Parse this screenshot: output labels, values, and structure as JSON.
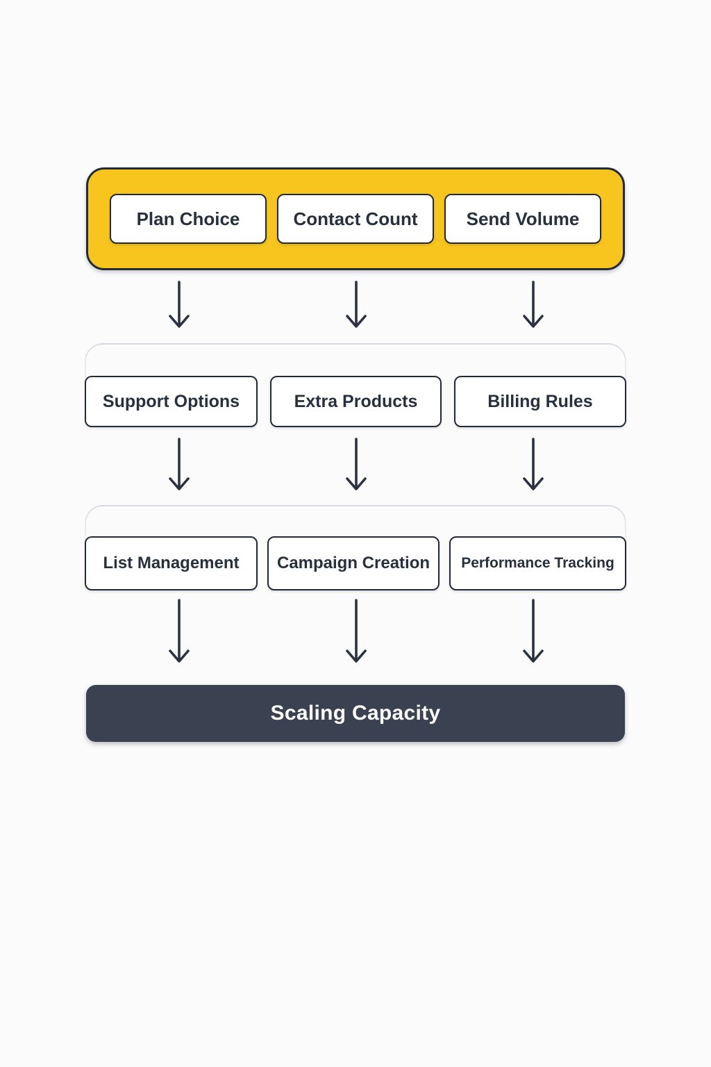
{
  "page": {
    "background": "#FBFBFC"
  },
  "colors": {
    "accent_yellow": "#F7C51D",
    "node_border": "#222A38",
    "text_dark": "#27303E",
    "result_bar_bg": "#3A4150",
    "result_bar_text": "#FFFFFF",
    "tier_outline_gray": "#D9DADF",
    "arrow": "#2A3240"
  },
  "flow": {
    "tier1": {
      "items": [
        {
          "label": "Plan Choice"
        },
        {
          "label": "Contact Count"
        },
        {
          "label": "Send Volume"
        }
      ]
    },
    "tier2": {
      "items": [
        {
          "label": "Support Options"
        },
        {
          "label": "Extra Products"
        },
        {
          "label": "Billing Rules"
        }
      ]
    },
    "tier3": {
      "items": [
        {
          "label": "List Management"
        },
        {
          "label": "Campaign Creation"
        },
        {
          "label": "Performance Tracking"
        }
      ]
    },
    "result": {
      "label": "Scaling Capacity"
    }
  }
}
